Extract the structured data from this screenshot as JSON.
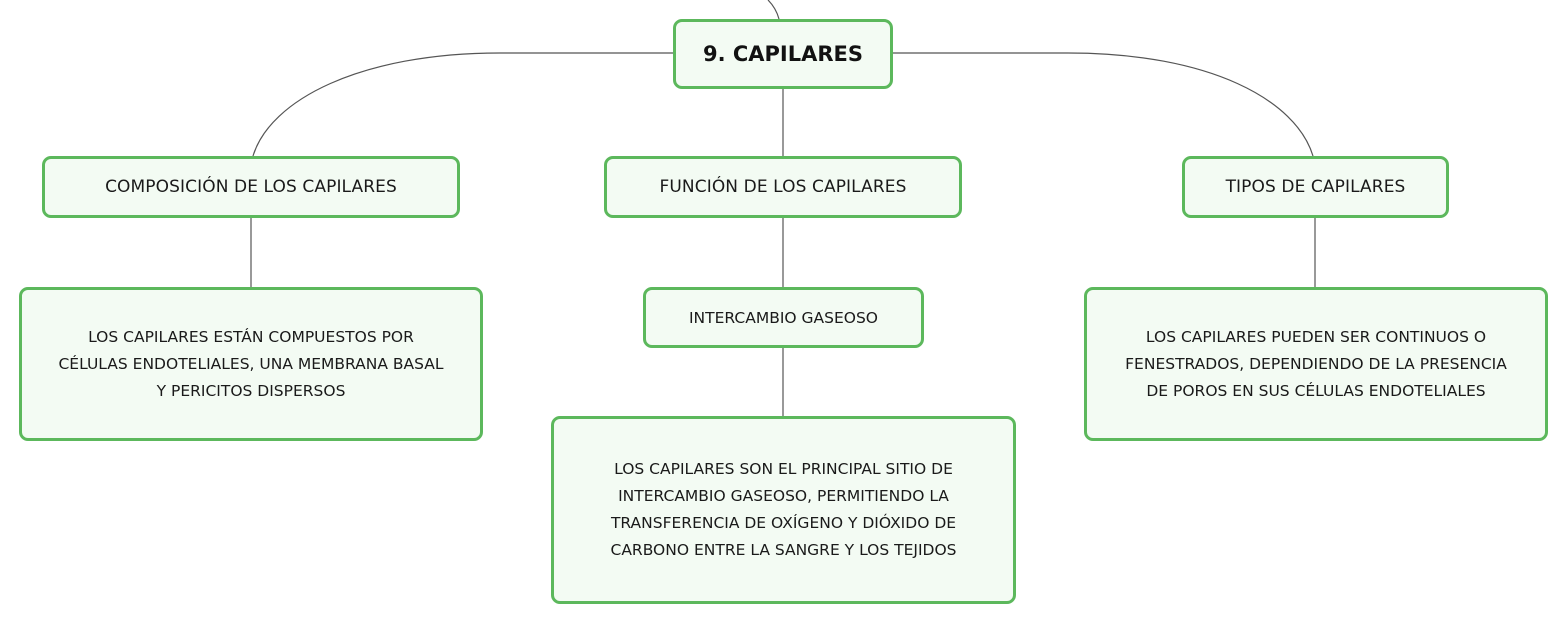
{
  "root": {
    "label": "9. CAPILARES"
  },
  "branches": {
    "composicion": {
      "label": "COMPOSICIÓN DE LOS CAPILARES",
      "detail": "LOS CAPILARES ESTÁN COMPUESTOS POR CÉLULAS ENDOTELIALES, UNA MEMBRANA BASAL Y PERICITOS DISPERSOS"
    },
    "funcion": {
      "label": "FUNCIÓN DE LOS CAPILARES",
      "sub_label": "INTERCAMBIO GASEOSO",
      "detail": "LOS CAPILARES SON EL PRINCIPAL SITIO DE INTERCAMBIO GASEOSO, PERMITIENDO LA TRANSFERENCIA DE OXÍGENO Y DIÓXIDO DE CARBONO ENTRE LA SANGRE Y LOS TEJIDOS"
    },
    "tipos": {
      "label": "TIPOS DE CAPILARES",
      "detail": "LOS CAPILARES PUEDEN SER CONTINUOS O FENESTRADOS, DEPENDIENDO DE LA PRESENCIA DE POROS EN SUS CÉLULAS ENDOTELIALES"
    }
  },
  "colors": {
    "node_border": "#5cb85c",
    "node_fill": "#f3fbf3",
    "connector": "#555555"
  }
}
